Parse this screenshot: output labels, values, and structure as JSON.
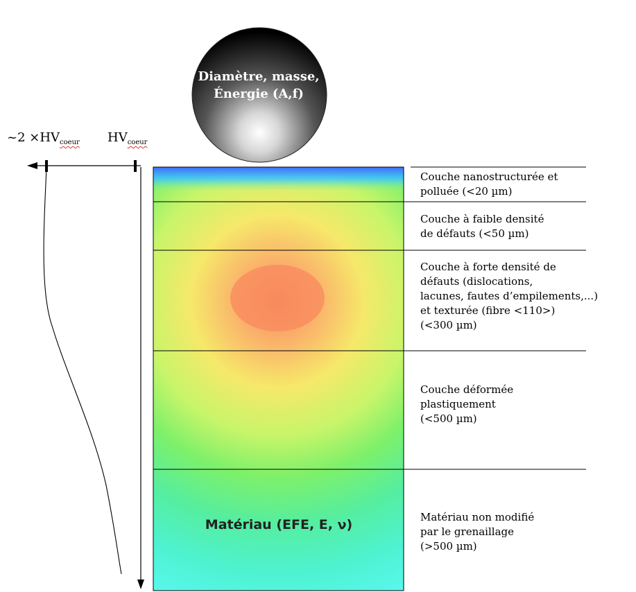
{
  "ball": {
    "line1": "Diamètre, masse,",
    "line2": "Énergie (A,f)"
  },
  "hardness": {
    "double_prefix": "~2 ×HV",
    "single_prefix": "HV",
    "subscript": "coeur"
  },
  "layers": [
    {
      "line1": "Couche nanostructurée et",
      "line2": "polluée (<20 µm)"
    },
    {
      "line1": "Couche à faible densité",
      "line2": "de défauts (<50 µm)"
    },
    {
      "line1": "Couche à forte densité de",
      "line2": "défauts (dislocations,",
      "line3": "lacunes, fautes d’empilements,...)",
      "line4": "et texturée (fibre <110>)",
      "line5": "(<300 µm)"
    },
    {
      "line1": "Couche déformée",
      "line2": "plastiquement",
      "line3": "(<500 µm)"
    },
    {
      "line1": "Matériau non modifié",
      "line2": "par le grenaillage",
      "line3": "(>500 µm)"
    }
  ],
  "material": {
    "label": "Matériau (EFE, E, ν)"
  },
  "colors": {
    "hot": "#f88a5e",
    "warm": "#f6e86a",
    "mid": "#8ff06a",
    "cool": "#4ef2d0",
    "surface": "#3f6fff"
  }
}
